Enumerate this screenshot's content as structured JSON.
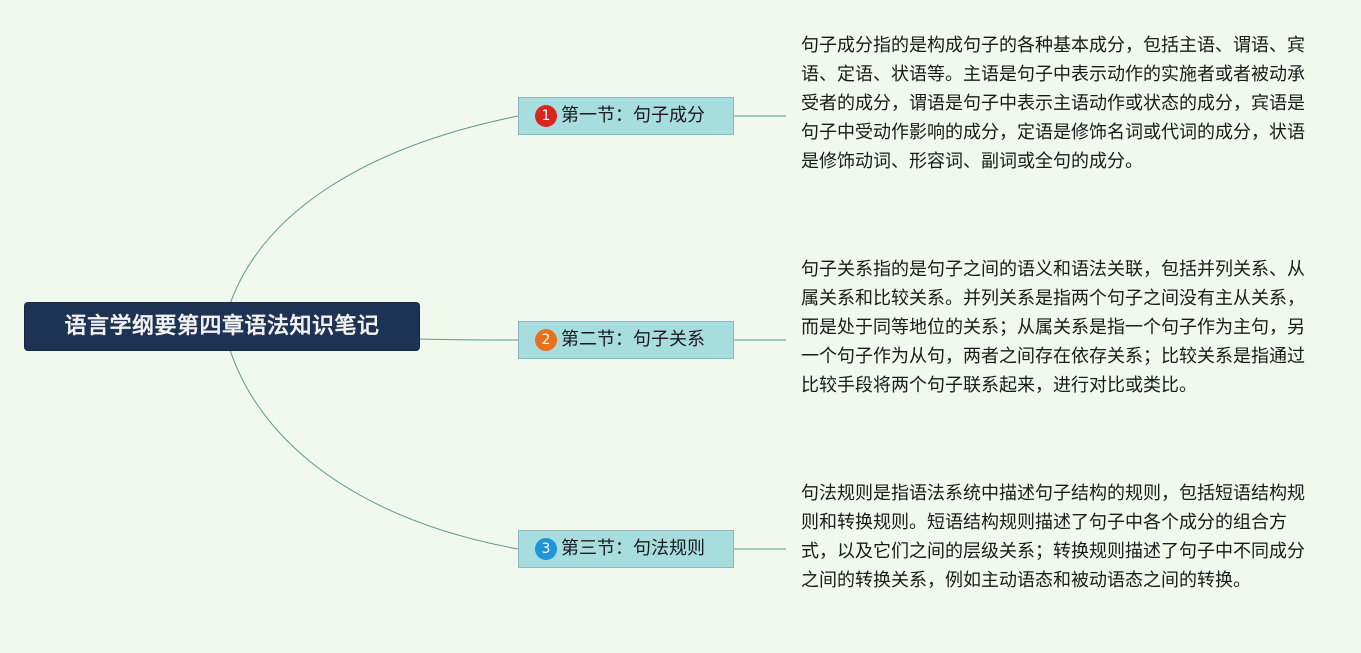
{
  "title": "语言学纲要第四章语法知识笔记",
  "colors": {
    "background": "#f1f8ee",
    "root_fill": "#1d3353",
    "branch_fill": "#a8dde0",
    "connector": "#5a9c82"
  },
  "branches": [
    {
      "number": "1",
      "label": "第一节：句子成分",
      "badge_color": "#d8261f",
      "detail": "句子成分指的是构成句子的各种基本成分，包括主语、谓语、宾语、定语、状语等。主语是句子中表示动作的实施者或者被动承受者的成分，谓语是句子中表示主语动作或状态的成分，宾语是句子中受动作影响的成分，定语是修饰名词或代词的成分，状语是修饰动词、形容词、副词或全句的成分。"
    },
    {
      "number": "2",
      "label": "第二节：句子关系",
      "badge_color": "#e8721c",
      "detail": "句子关系指的是句子之间的语义和语法关联，包括并列关系、从属关系和比较关系。并列关系是指两个句子之间没有主从关系，而是处于同等地位的关系；从属关系是指一个句子作为主句，另一个句子作为从句，两者之间存在依存关系；比较关系是指通过比较手段将两个句子联系起来，进行对比或类比。"
    },
    {
      "number": "3",
      "label": "第三节：句法规则",
      "badge_color": "#1e95d6",
      "detail": "句法规则是指语法系统中描述句子结构的规则，包括短语结构规则和转换规则。短语结构规则描述了句子中各个成分的组合方式，以及它们之间的层级关系；转换规则描述了句子中不同成分之间的转换关系，例如主动语态和被动语态之间的转换。"
    }
  ]
}
